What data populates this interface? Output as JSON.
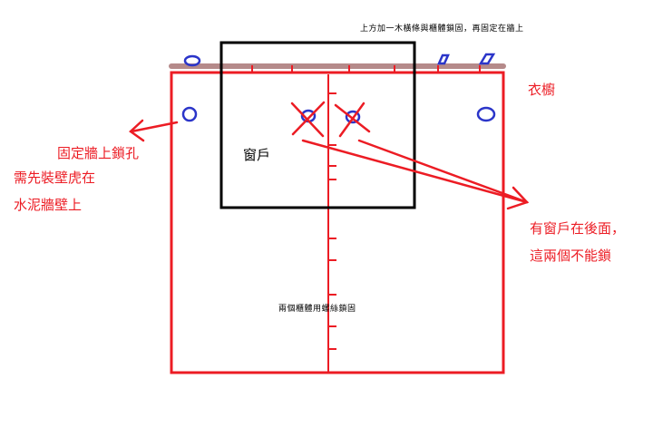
{
  "labels": {
    "top_note": "上方加一木橫條與櫃體鎖固，再固定在牆上",
    "cabinet": "衣櫥",
    "wall_hole": "固定牆上鎖孔",
    "anchor_line1": "需先裝壁虎在",
    "anchor_line2": "水泥牆壁上",
    "window": "窗戶",
    "window_note_line1": "有窗戶在後面，",
    "window_note_line2": "這兩個不能鎖",
    "screw_note": "兩個櫃體用螺絲鎖固"
  },
  "colors": {
    "outline_red": "#ec1c24",
    "window_black": "#000000",
    "hole_blue": "#2b35c9",
    "wood_bar": "#b58a8a"
  }
}
